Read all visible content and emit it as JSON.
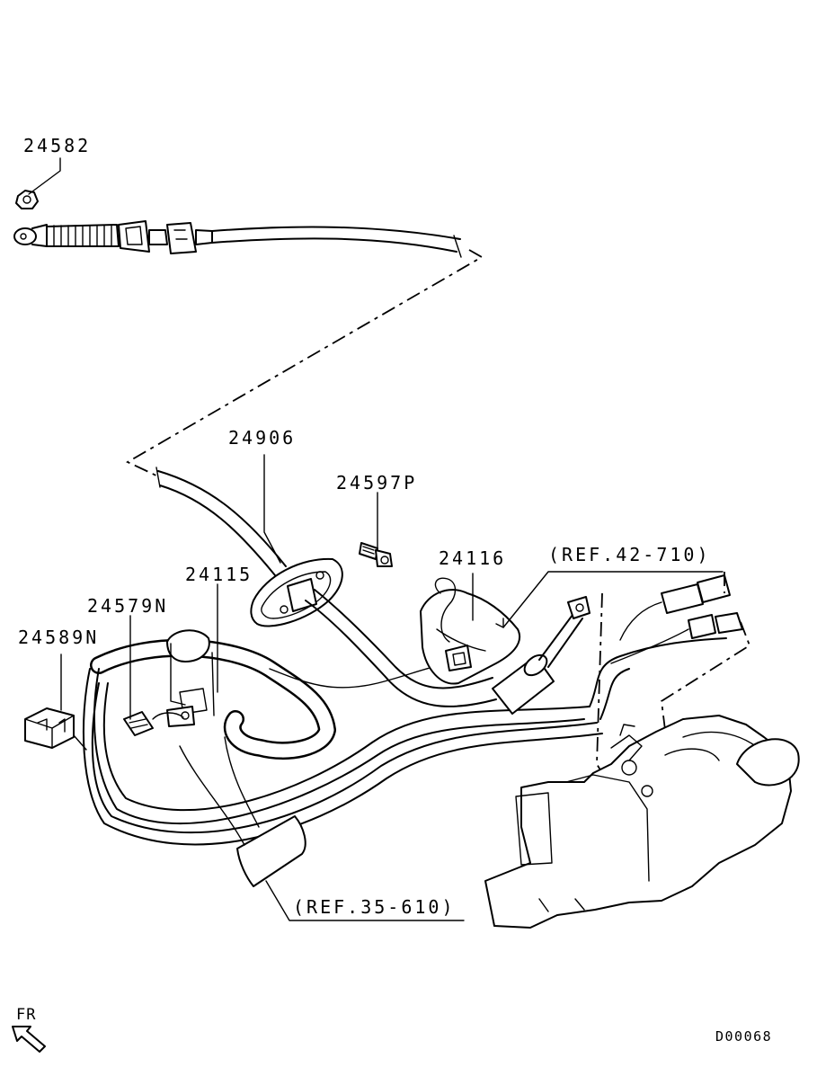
{
  "labels": {
    "part_24582": "24582",
    "part_24906": "24906",
    "part_24597P": "24597P",
    "part_24116": "24116",
    "ref_42_710": "(REF.42-710)",
    "part_24115": "24115",
    "part_24579N": "24579N",
    "part_24589N": "24589N",
    "ref_35_610": "(REF.35-610)",
    "front_marker": "FR",
    "diagram_code": "D00068"
  }
}
